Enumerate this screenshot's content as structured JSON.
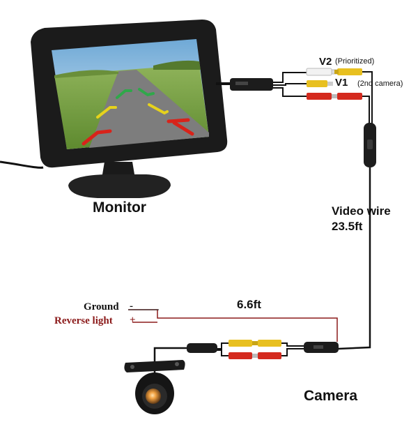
{
  "labels": {
    "v2": "V2",
    "v2_note": "(Prioritized)",
    "v1": "V1",
    "v1_note": "(2nd camera)",
    "monitor": "Monitor",
    "video_wire_1": "Video wire",
    "video_wire_2": "23.5ft",
    "length_short": "6.6ft",
    "ground": "Ground",
    "ground_sign": "-",
    "reverse": "Reverse light",
    "reverse_sign": "+",
    "camera": "Camera"
  },
  "colors": {
    "wire": "#111111",
    "reverse_wire": "#8b1a1a",
    "rca_yellow": "#e8c020",
    "rca_red": "#d42a1e",
    "rca_white": "#f2f2f2",
    "reverse_text": "#8b1a1a",
    "sky": "#9fc6e6",
    "grass": "#7aa548",
    "road": "#7f7f7f"
  }
}
